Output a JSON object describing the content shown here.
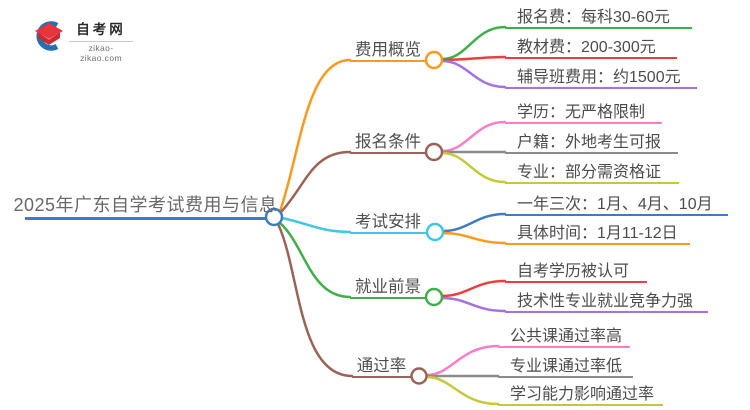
{
  "logo": {
    "title": "自考网",
    "domain": "zikao-zikao.com",
    "icon": "graduation-cap-icon",
    "icon_blue": "#2471ad",
    "icon_red": "#e8353d",
    "icon_red_dark": "#c92b33"
  },
  "root": {
    "label": "2025年广东自学考试费用与信息",
    "color": "#3e7cbf"
  },
  "branches": [
    {
      "label": "费用概览",
      "color": "#f89a1e",
      "children": [
        {
          "label": "报名费：每科30-60元",
          "color": "#3eb04a"
        },
        {
          "label": "教材费：200-300元",
          "color": "#e8403c"
        },
        {
          "label": "辅导班费用：约1500元",
          "color": "#a473dd"
        }
      ]
    },
    {
      "label": "报名条件",
      "color": "#9a6358",
      "children": [
        {
          "label": "学历：无严格限制",
          "color": "#f77fc7"
        },
        {
          "label": "户籍：外地考生可报",
          "color": "#8c8c8c"
        },
        {
          "label": "专业：部分需资格证",
          "color": "#c3c93a"
        }
      ]
    },
    {
      "label": "考试安排",
      "color": "#41c7e3",
      "children": [
        {
          "label": "一年三次：1月、4月、10月",
          "color": "#3e7cbf"
        },
        {
          "label": "具体时间：1月11-12日",
          "color": "#f89a1e"
        }
      ]
    },
    {
      "label": "就业前景",
      "color": "#3faf4a",
      "children": [
        {
          "label": "自考学历被认可",
          "color": "#e8403c"
        },
        {
          "label": "技术性专业就业竞争力强",
          "color": "#a473dd"
        }
      ]
    },
    {
      "label": "通过率",
      "color": "#9a6358",
      "children": [
        {
          "label": "公共课通过率高",
          "color": "#f77fc7"
        },
        {
          "label": "专业课通过率低",
          "color": "#8c8c8c"
        },
        {
          "label": "学习能力影响通过率",
          "color": "#c3c93a"
        }
      ]
    }
  ]
}
